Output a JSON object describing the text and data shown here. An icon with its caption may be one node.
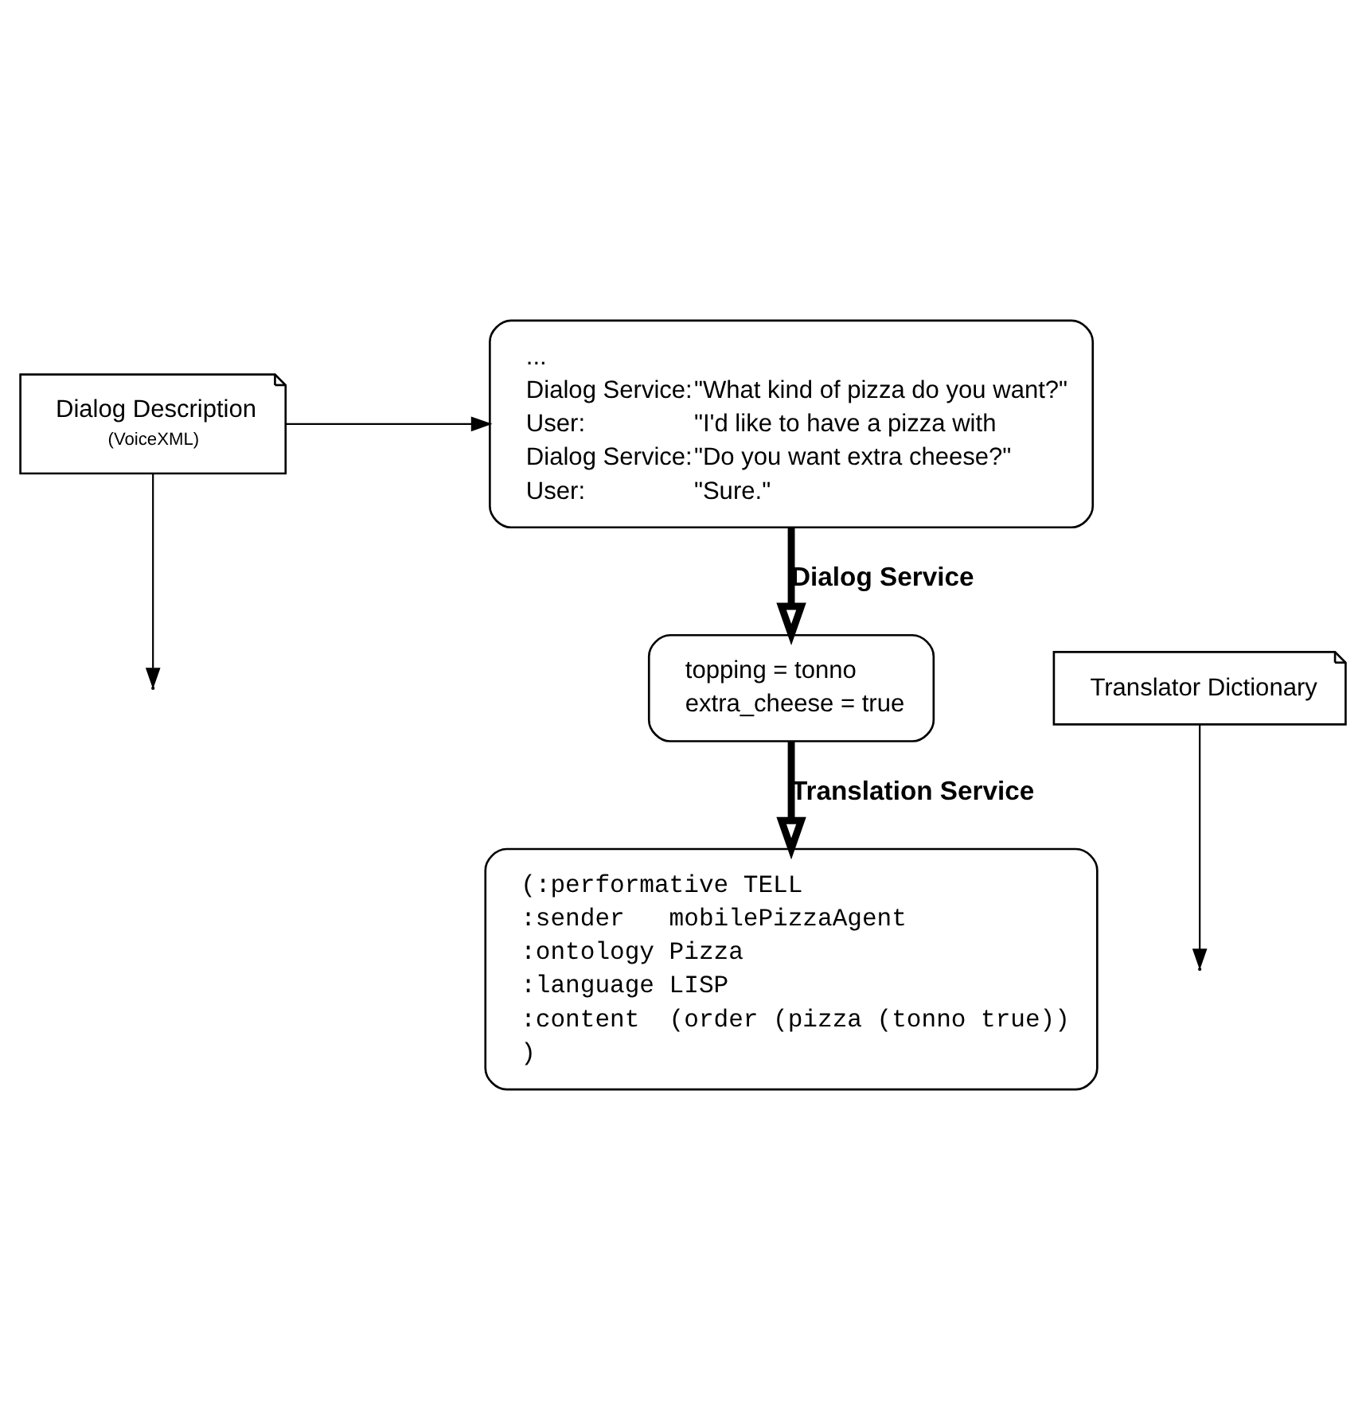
{
  "diagram": {
    "nodes": [
      {
        "text": [
          "...",
          "Dialog Service:",
          "\"What kind of pizza do you want?\"",
          "User:",
          "\"I'd like to have a pizza with",
          "Dialog Service:",
          "\"Do you want extra cheese?\"",
          "User:",
          "\"Sure.\""
        ]
      },
      {
        "text": [
          "topping = tonno",
          "extra_cheese = true"
        ]
      },
      {
        "text": [
          "(:performative TELL",
          ":sender   mobilePizzaAgent",
          ":ontology Pizza",
          ":language LISP",
          ":content  (order (pizza (tonno true))",
          ")"
        ]
      },
      {
        "text": [
          "Dialog Description",
          "(VoiceXML)"
        ]
      },
      {
        "text": [
          "Translator Dictionary"
        ]
      }
    ],
    "edges": [
      {
        "from": 0,
        "to": 1,
        "arrow": "to",
        "label": "Dialog Service",
        "style": "thick"
      },
      {
        "from": 3,
        "to": 0,
        "arrow": "to"
      },
      {
        "from": 3,
        "to": null,
        "arrow": "to"
      },
      {
        "from": 1,
        "to": 2,
        "arrow": "to",
        "label": "Translation Service",
        "style": "thick"
      },
      {
        "from": 4,
        "to": null,
        "arrow": "to"
      }
    ]
  }
}
